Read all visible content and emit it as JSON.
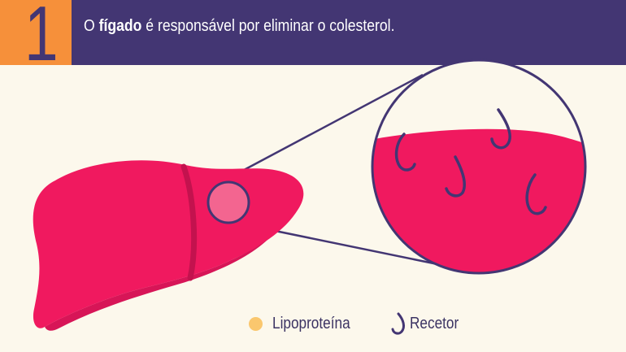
{
  "header": {
    "step_number": "1",
    "title_prefix": "O ",
    "title_bold": "fígado",
    "title_suffix": " é responsável por eliminar o colesterol."
  },
  "colors": {
    "header_background": "#433673",
    "step_box": "#f6903a",
    "page_background": "#fcf8ec",
    "liver": "#f0195f",
    "liver_shadow": "#d71557",
    "outline": "#433673",
    "lipoprotein": "#fac76e"
  },
  "legend": {
    "lipoprotein_label": "Lipoproteína",
    "receptor_label": "Recetor",
    "lipoprotein_icon": "yellow-dot-icon",
    "receptor_icon": "hook-icon"
  }
}
